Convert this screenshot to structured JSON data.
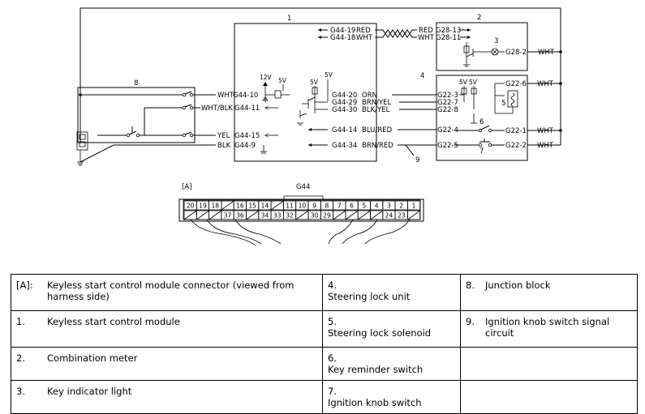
{
  "diagram": {
    "units": {
      "u1": "1",
      "u2": "2",
      "u3": "3",
      "u4": "4",
      "u5": "5",
      "u6": "6",
      "u7": "7",
      "u8": "8",
      "u9": "9"
    },
    "voltages": {
      "v12": "12V",
      "v5": "5V"
    },
    "connector_title": "G44",
    "connector_label": "[A]",
    "wires": {
      "g44_19": "G44-19",
      "red": "RED",
      "g44_18": "G44-18",
      "wht": "WHT",
      "g28_13": "G28-13",
      "g28_11": "G28-11",
      "g28_2": "G28-2",
      "g44_10": "G44-10",
      "g44_11": "G44-11",
      "wht_blk": "WHT/BLK",
      "g44_15": "G44-15",
      "yel": "YEL",
      "g44_9": "G44-9",
      "blk": "BLK",
      "g44_20": "G44-20",
      "orn": "ORN",
      "g44_29": "G44-29",
      "brn_yel": "BRN/YEL",
      "g44_30": "G44-30",
      "blk_yel": "BLK/YEL",
      "g44_14": "G44-14",
      "blu_red": "BLU/RED",
      "g44_34": "G44-34",
      "brn_red": "BRN/RED",
      "g22_3": "G22-3",
      "g22_7": "G22-7",
      "g22_8": "G22-8",
      "g22_4": "G22-4",
      "g22_5": "G22-5",
      "g22_6": "G22-6",
      "g22_1": "G22-1",
      "g22_2": "G22-2"
    },
    "pins_top": [
      "20",
      "19",
      "18",
      "",
      "16",
      "15",
      "14",
      "",
      "11",
      "10",
      "9",
      "8",
      "7",
      "6",
      "5",
      "4",
      "3",
      "2",
      "1"
    ],
    "pins_bottom": [
      "",
      "",
      "",
      "37",
      "36",
      "",
      "34",
      "33",
      "32",
      "",
      "30",
      "29",
      "",
      "",
      "",
      "",
      "24",
      "23",
      ""
    ]
  },
  "legend": [
    [
      {
        "num": "[A]:",
        "text": "Keyless start control module connector (viewed from harness side)"
      },
      {
        "num": "4.",
        "text": "Steering lock unit"
      },
      {
        "num": "8.",
        "text": "Junction block"
      }
    ],
    [
      {
        "num": "1.",
        "text": "Keyless start control module"
      },
      {
        "num": "5.",
        "text": "Steering lock solenoid"
      },
      {
        "num": "9.",
        "text": "Ignition knob switch signal circuit"
      }
    ],
    [
      {
        "num": "2.",
        "text": "Combination meter"
      },
      {
        "num": "6.",
        "text": "Key reminder switch"
      },
      {
        "num": "",
        "text": ""
      }
    ],
    [
      {
        "num": "3.",
        "text": "Key indicator light"
      },
      {
        "num": "7.",
        "text": "Ignition knob switch"
      },
      {
        "num": "",
        "text": ""
      }
    ]
  ]
}
